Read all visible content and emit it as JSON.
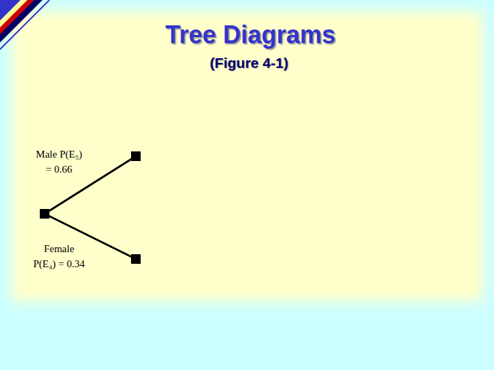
{
  "diagram": {
    "title": "Tree Diagrams",
    "caption": "(Figure 4-1)",
    "labels": [
      "Male P(E₅) = 0.66",
      "Female P(E₄) = 0.34"
    ]
  }
}
